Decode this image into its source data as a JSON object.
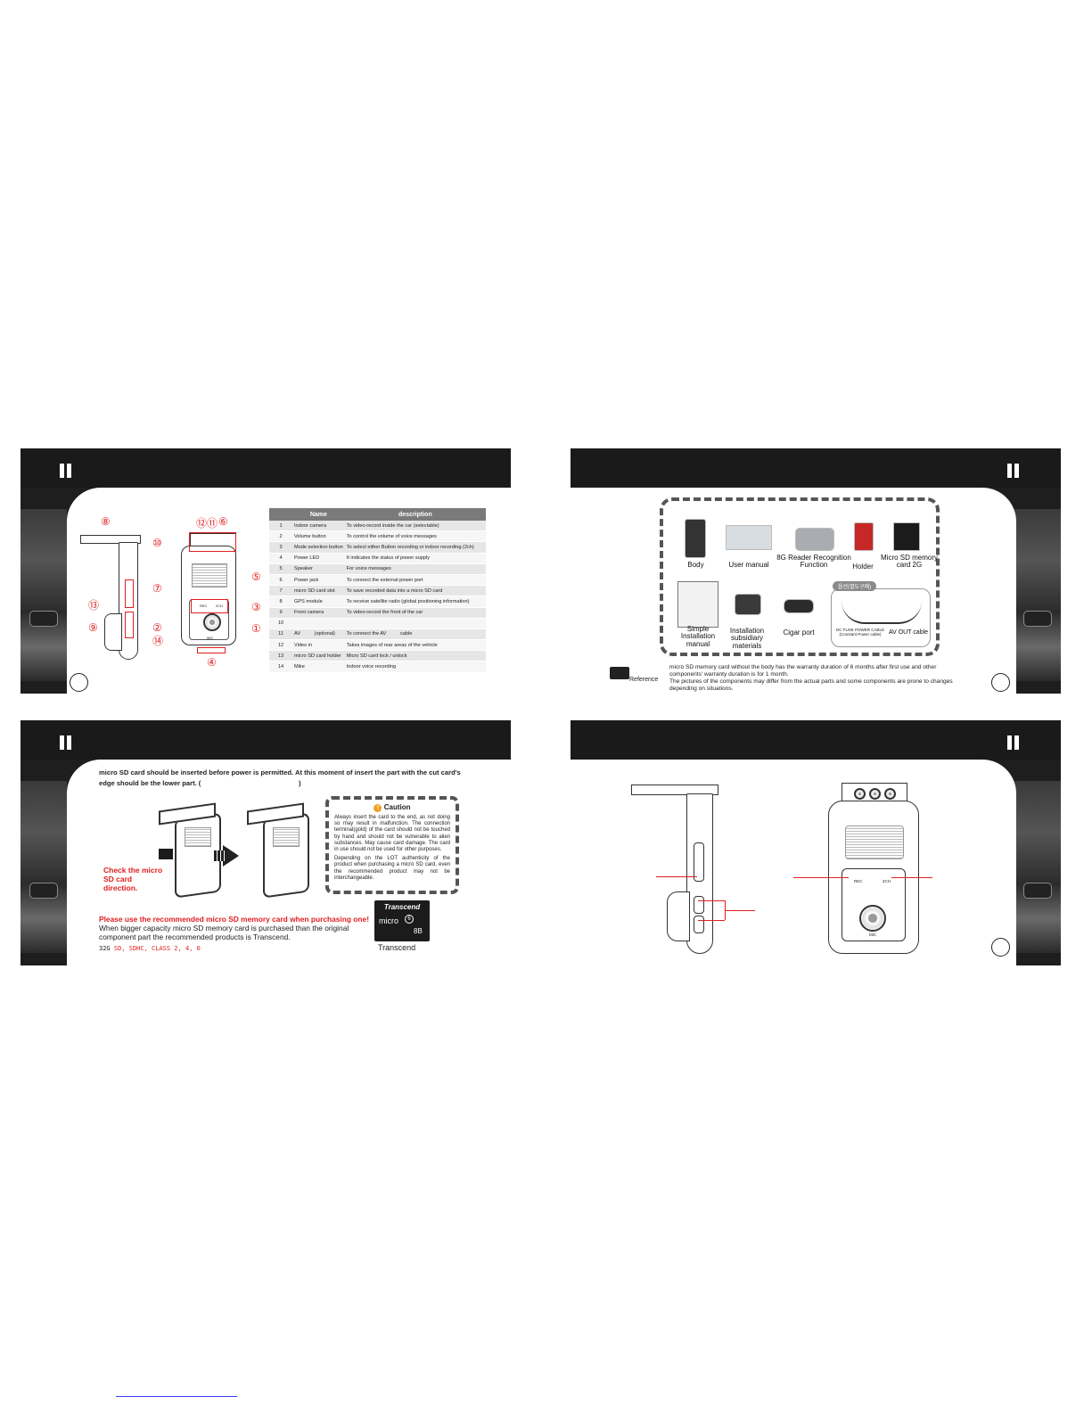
{
  "panel1": {
    "callouts": [
      "⑧",
      "⑫",
      "⑪",
      "⑥",
      "⑩",
      "⑤",
      "⑦",
      "⑬",
      "③",
      "②",
      "⑨",
      "①",
      "⑭",
      "④"
    ],
    "table_headers": [
      "Name",
      "description"
    ],
    "rows": [
      {
        "n": "1",
        "name": "Indoor camera",
        "desc": "To video-record inside the car (selectable)"
      },
      {
        "n": "2",
        "name": "Volume button",
        "desc": "To control the volume of voice messages"
      },
      {
        "n": "3",
        "name": "Mode selection button",
        "desc": "To select either Button recording or indoor recording (2ch)"
      },
      {
        "n": "4",
        "name": "Power LED",
        "desc": "It indicates the status of power supply"
      },
      {
        "n": "5",
        "name": "Speaker",
        "desc": "For voice messages"
      },
      {
        "n": "6",
        "name": "Power jack",
        "desc": "To connect the external power port"
      },
      {
        "n": "7",
        "name": "micro SD card slot",
        "desc": "To save recorded data into a micro SD card"
      },
      {
        "n": "8",
        "name": "GPS module",
        "desc": "To receive satellite radio (global positioning information)"
      },
      {
        "n": "9",
        "name": "Front camera",
        "desc": "To video-record the front of the car"
      },
      {
        "n": "10",
        "name": "",
        "desc": ""
      },
      {
        "n": "11",
        "name": "AV          (optional)",
        "desc": "To connect the AV          cable"
      },
      {
        "n": "12",
        "name": "Video in",
        "desc": "Takes images of rear areas of the vehicle"
      },
      {
        "n": "13",
        "name": "micro SD card holder",
        "desc": "Micro SD card lock / unlock"
      },
      {
        "n": "14",
        "name": "Mike",
        "desc": "Indoor voice recording"
      }
    ],
    "device_labels": {
      "rec": "REC",
      "ch": "2CH",
      "mic": "MIC"
    }
  },
  "panel2": {
    "items": [
      {
        "label": "Body"
      },
      {
        "label": "User manual"
      },
      {
        "label": "8G Reader Recognition Function"
      },
      {
        "label": "Holder"
      },
      {
        "label": "Micro SD memory card 2G"
      },
      {
        "label": "Simple Installation manual"
      },
      {
        "label": "Installation subsidiary materials"
      },
      {
        "label": "Cigar port"
      }
    ],
    "optional_tag": "옵션(별도구매)",
    "opt_items": {
      "dc": "DC FUSE POWER CABLE (Constant Power cable)",
      "av": "AV OUT cable"
    },
    "reference_label": "Reference",
    "notes": [
      "micro SD memory card without the body has the warranty duration of 6 months after first use and other components' warranty duration is for 1 month.",
      "The pictures of the components may differ from the actual parts and some components are prone to changes depending on situations."
    ]
  },
  "panel3": {
    "intro_line1": "micro SD card should be inserted before power is permitted. At this moment of insert the part with the cut card's",
    "intro_line2": "edge should be the lower part. (                                                    )",
    "check_label": "Check the micro SD card direction.",
    "caution_title": "Caution",
    "caution_p1": "Always insert the card to the end, as not doing so may result in malfunction. The connection terminal(gold) of the card should not be touched by hand and should not be vulnerable to alien substances. May cause card damage. The card in use should not be used for other purposes.",
    "caution_p2": "Depending on the LOT authenticity of the product when purchasing a micro SD card, even the recommended product may not be interchangeable.",
    "recommend_red": "Please use the recommended micro SD memory card when purchasing one!",
    "recommend_text": "When bigger capacity micro SD memory card is purchased than the original component part the recommended products is Transcend.",
    "spec_prefix": "32G",
    "spec_red": "SD, SDHC, CLASS 2, 4, 6",
    "card_brand": "Transcend",
    "card_micro": "micro",
    "card_cap": "8B",
    "card_class": "6",
    "card_caption": "Transcend"
  },
  "panel4": {
    "rec": "REC",
    "ch": "2CH",
    "mic": "MIC"
  },
  "colors": {
    "accent_red": "#e02020",
    "header_black": "#1a1a1a"
  }
}
